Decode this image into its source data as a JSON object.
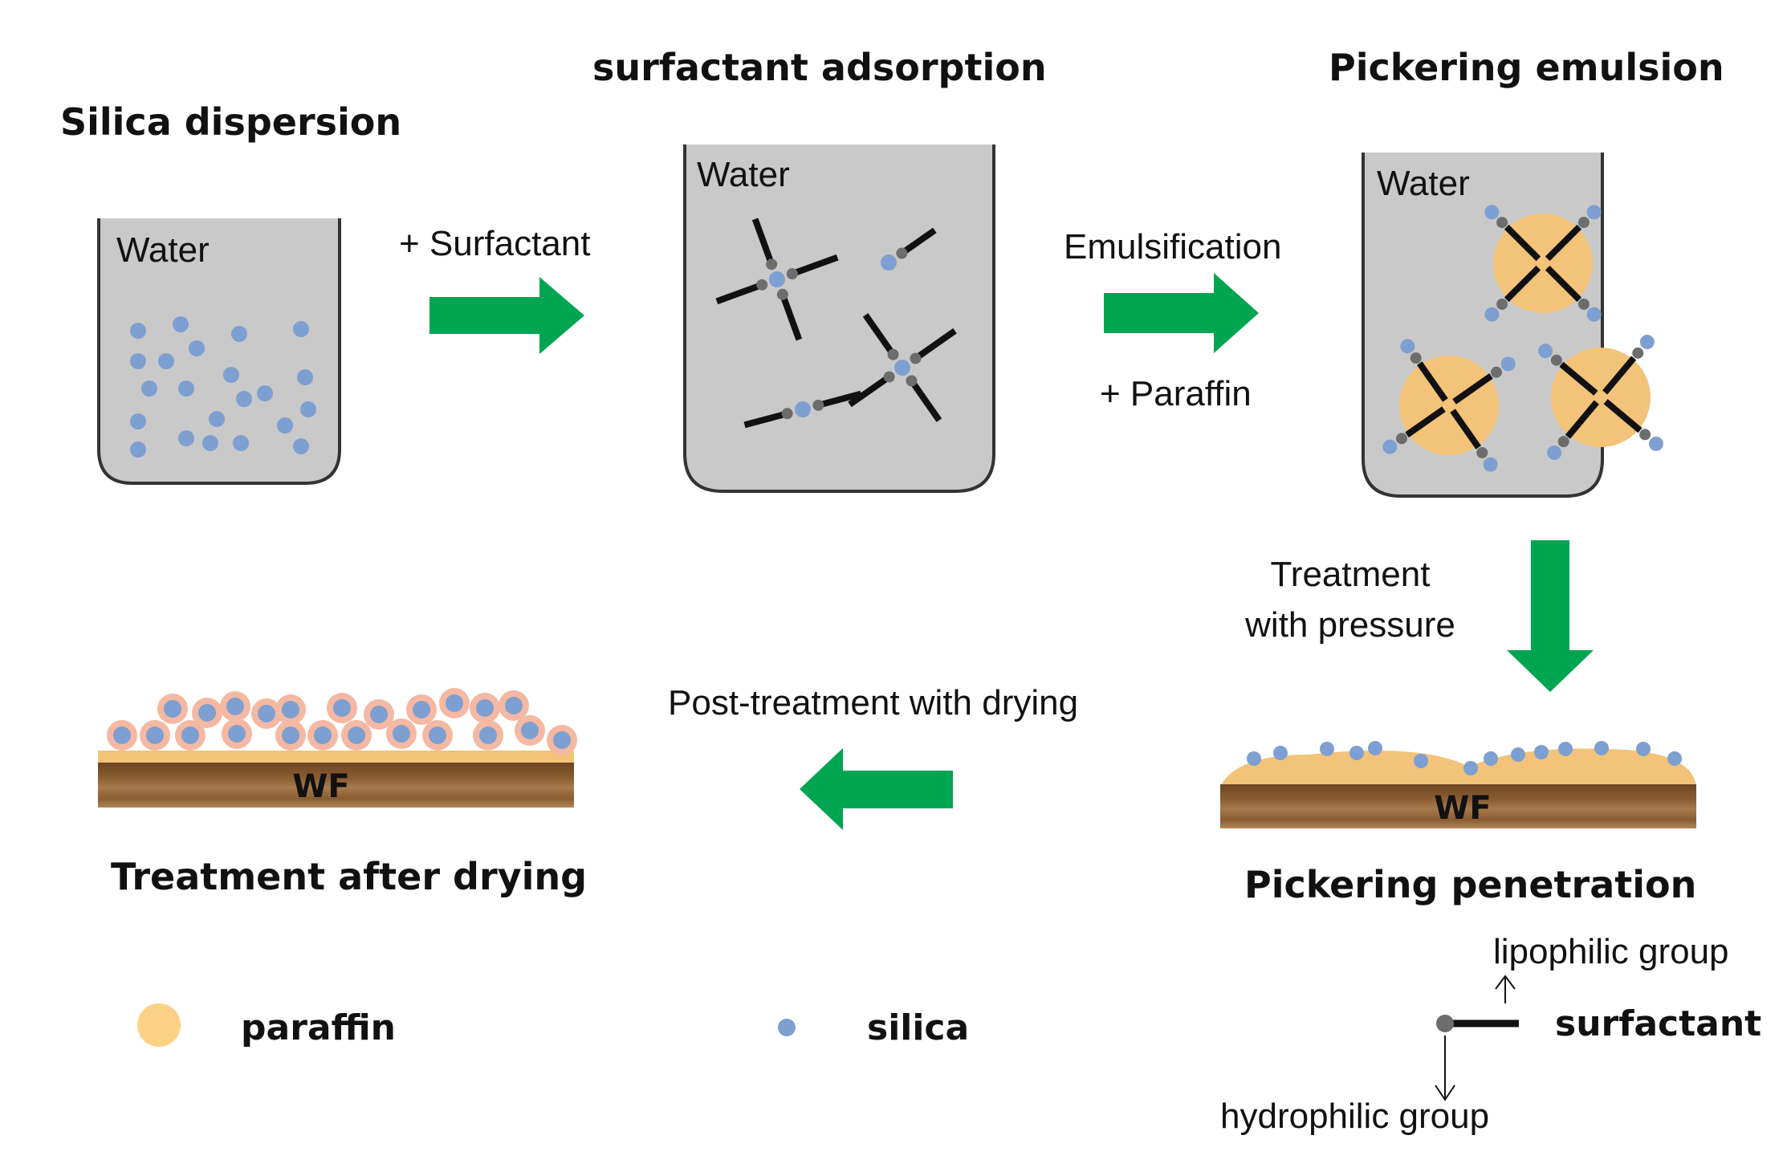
{
  "titles": {
    "silica_dispersion": "Silica dispersion",
    "surfactant_adsorption": "surfactant adsorption",
    "pickering_emulsion": "Pickering emulsion",
    "treatment_after_drying": "Treatment after drying",
    "pickering_penetration": "Pickering penetration"
  },
  "beakers": {
    "water_label": "Water"
  },
  "steps": {
    "add_surfactant": "+ Surfactant",
    "emulsification": "Emulsification",
    "add_paraffin": "+ Paraffin",
    "treatment_line1": "Treatment",
    "treatment_line2": "with pressure",
    "post_treatment": "Post-treatment with drying"
  },
  "substrate": {
    "label": "WF"
  },
  "legend": {
    "paraffin": "paraffin",
    "silica": "silica",
    "surfactant": "surfactant",
    "lipophilic": "lipophilic group",
    "hydrophilic": "hydrophilic group"
  },
  "colors": {
    "arrow": "#00a551",
    "beaker_fill": "#c9c9c9",
    "beaker_stroke": "#333333",
    "silica": "#7e9fd1",
    "paraffin": "#f2c379",
    "paraffin_legend": "#fbd285",
    "particle_shell": "#f5b8a2",
    "wood_top": "#7a4f28",
    "wood_bottom": "#a87a4c",
    "surfactant_tail": "#111111",
    "surfactant_head": "#6d6d6d"
  }
}
